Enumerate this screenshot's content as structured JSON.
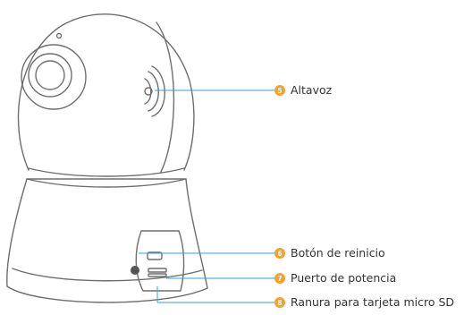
{
  "callouts": [
    {
      "number": "5",
      "label": "Altavoz"
    },
    {
      "number": "6",
      "label": "Botón de reinicio"
    },
    {
      "number": "7",
      "label": "Puerto de potencia"
    },
    {
      "number": "8",
      "label": "Ranura para tarjeta micro SD"
    }
  ],
  "colors": {
    "accent": "#F7A12B",
    "leader_line": "#2FA6D8",
    "outline": "#6E6E6E",
    "text": "#333333"
  },
  "icons": [
    "camera-illustration"
  ]
}
